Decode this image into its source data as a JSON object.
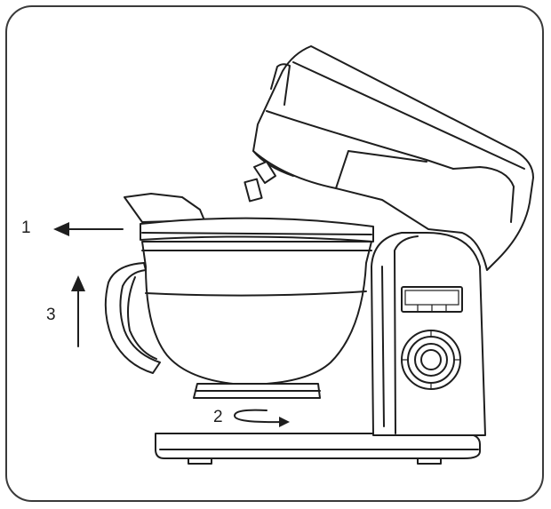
{
  "diagram": {
    "steps": [
      {
        "label": "1",
        "icon": "arrow-left-icon"
      },
      {
        "label": "2",
        "icon": "rotate-arrow-icon"
      },
      {
        "label": "3",
        "icon": "arrow-up-icon"
      }
    ]
  }
}
